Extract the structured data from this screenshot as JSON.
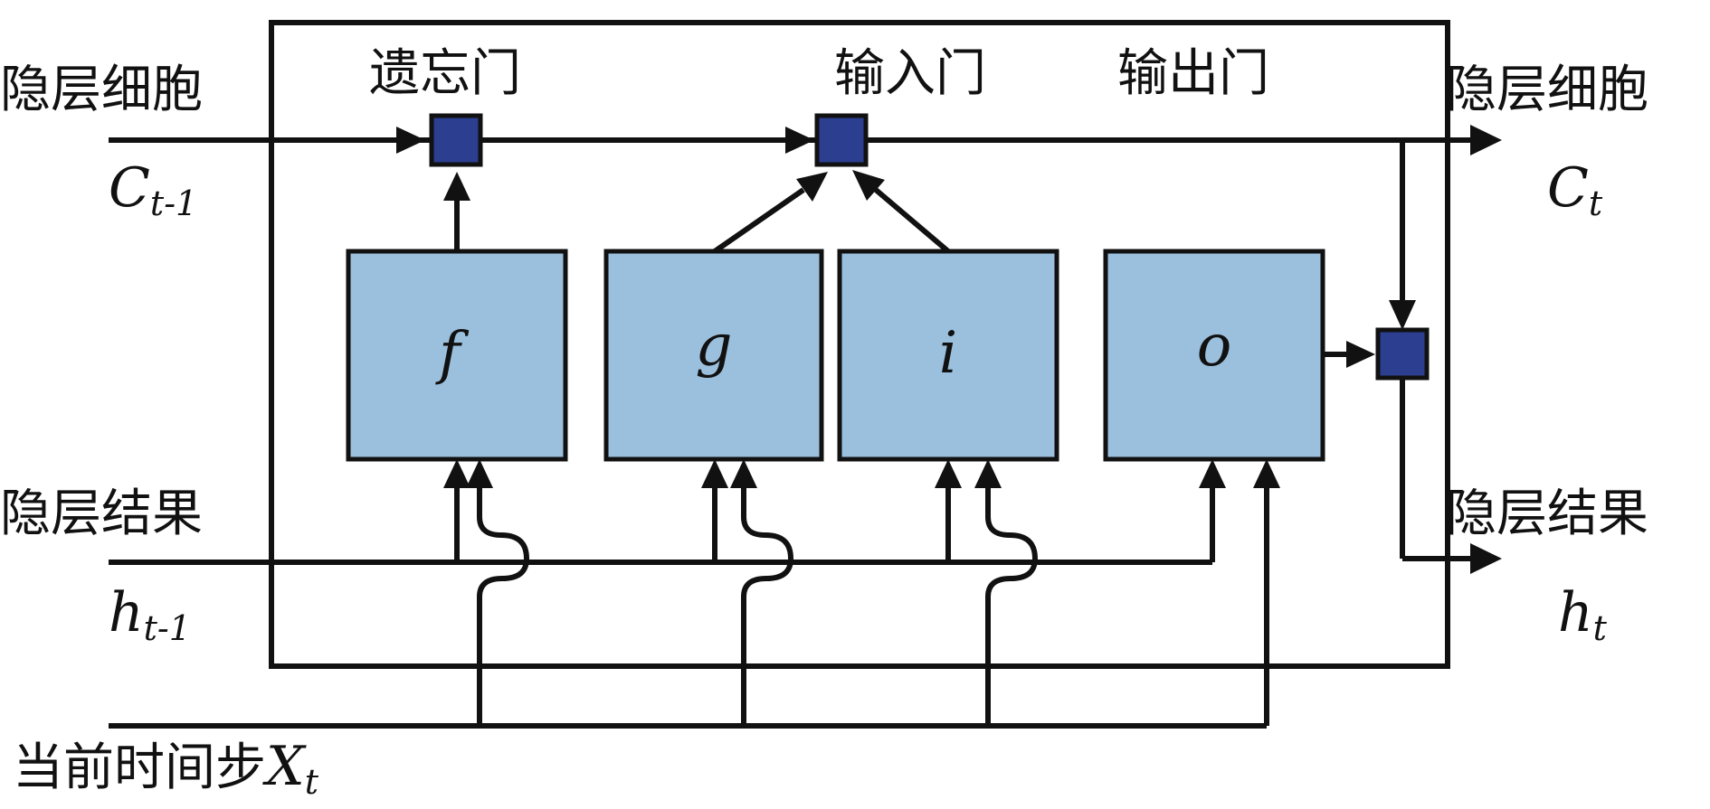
{
  "labels": {
    "left_cell": "隐层细胞",
    "left_cell_symbol": "C",
    "left_cell_sub": "t-1",
    "left_hidden": "隐层结果",
    "left_hidden_symbol": "h",
    "left_hidden_sub": "t-1",
    "right_cell": "隐层细胞",
    "right_cell_symbol": "C",
    "right_cell_sub": "t",
    "right_hidden": "隐层结果",
    "right_hidden_symbol": "h",
    "right_hidden_sub": "t",
    "input": "当前时间步",
    "input_symbol": "X",
    "input_sub": "t"
  },
  "gate_titles": {
    "forget": "遗忘门",
    "input": "输入门",
    "output": "输出门"
  },
  "boxes": {
    "f": "f",
    "g": "g",
    "i": "i",
    "o": "o"
  },
  "colors": {
    "box_fill": "#9bc0dd",
    "node_fill": "#2c3e8f",
    "line": "#111111"
  }
}
